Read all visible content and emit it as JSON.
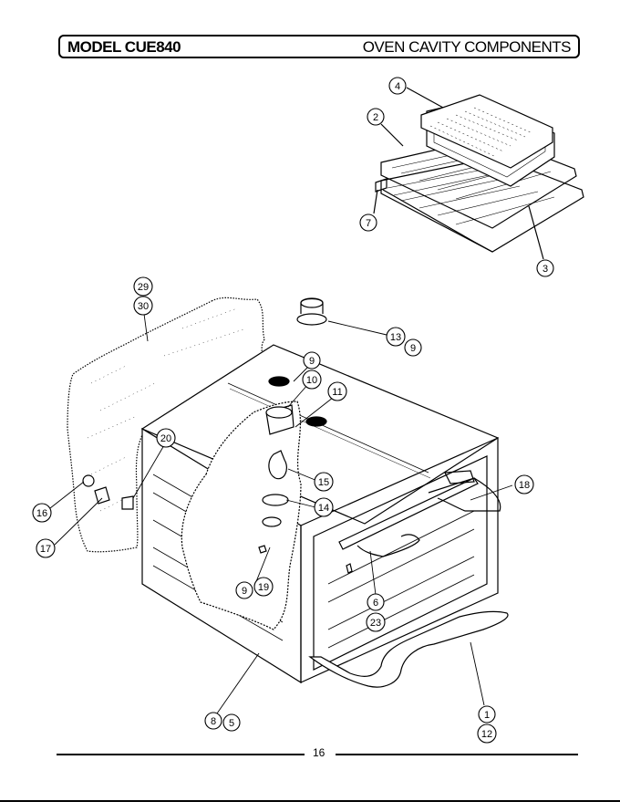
{
  "header": {
    "model": "MODEL CUE840",
    "section": "OVEN CAVITY COMPONENTS"
  },
  "callouts": [
    "4",
    "2",
    "7",
    "3",
    "29",
    "30",
    "13",
    "9",
    "9",
    "10",
    "11",
    "20",
    "16",
    "17",
    "15",
    "14",
    "18",
    "9",
    "19",
    "6",
    "23",
    "8",
    "5",
    "1",
    "12"
  ],
  "page_number": "16"
}
